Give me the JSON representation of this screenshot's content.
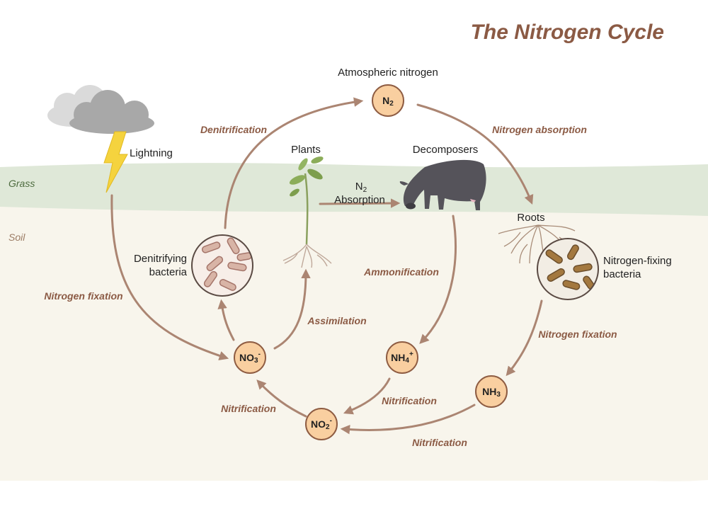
{
  "title": "The Nitrogen Cycle",
  "zones": {
    "grass": "Grass",
    "soil": "Soil"
  },
  "colors": {
    "title": "#8b5a44",
    "process": "#8b5a44",
    "arrow": "#ab8572",
    "grass": "#dfe8d8",
    "soil": "#f8f5ec",
    "node_fill": "#f9cfa0",
    "node_stroke": "#8e5c42"
  },
  "labels": {
    "atmospheric": "Atmospheric nitrogen",
    "lightning": "Lightning",
    "plants": "Plants",
    "decomposers": "Decomposers",
    "n2_absorption_line1": "N",
    "n2_absorption_sub": "2",
    "n2_absorption_line2": "Absorption",
    "roots": "Roots",
    "denitrifying_line1": "Denitrifying",
    "denitrifying_line2": "bacteria",
    "nfixing_line1": "Nitrogen-fixing",
    "nfixing_line2": "bacteria"
  },
  "processes": {
    "denitrification": "Denitrification",
    "nitrogen_absorption": "Nitrogen absorption",
    "nitrogen_fixation_left": "Nitrogen fixation",
    "ammonification": "Ammonification",
    "assimilation": "Assimilation",
    "nitrogen_fixation_right": "Nitrogen fixation",
    "nitrification_left": "Nitrification",
    "nitrification_center": "Nitrification",
    "nitrification_bottom": "Nitrification"
  },
  "nodes": {
    "n2": {
      "base": "N",
      "sub": "2"
    },
    "no3": {
      "base": "NO",
      "sub": "3",
      "sup": "-"
    },
    "nh4": {
      "base": "NH",
      "sub": "4",
      "sup": "+"
    },
    "nh3": {
      "base": "NH",
      "sub": "3"
    },
    "no2": {
      "base": "NO",
      "sub": "2",
      "sup": "-"
    }
  }
}
